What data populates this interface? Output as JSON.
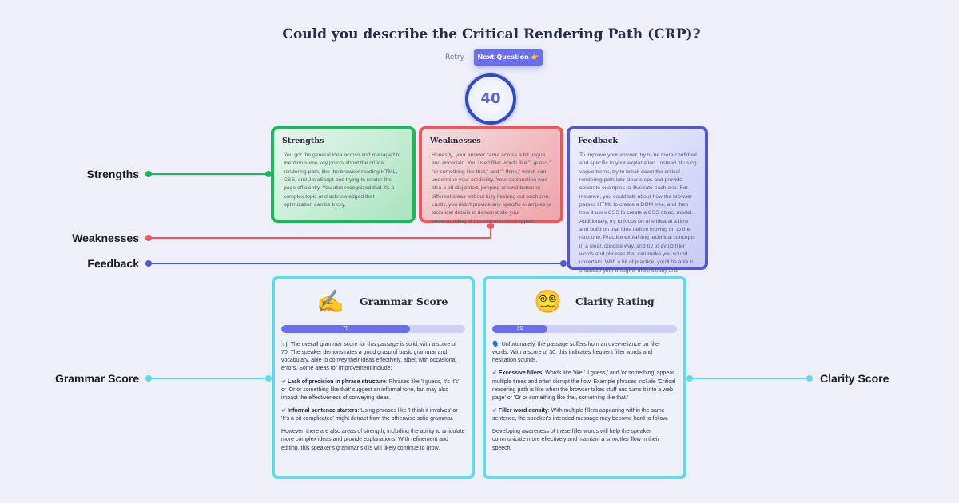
{
  "header": {
    "title": "Could you describe the Critical Rendering Path (CRP)?",
    "retry_label": "Retry",
    "next_label": "Next Question 👉",
    "score": "40"
  },
  "cards": {
    "strengths": {
      "title": "Strengths",
      "text": "You got the general idea across and managed to mention some key points about the critical rendering path, like the browser reading HTML, CSS, and JavaScript and trying to render the page efficiently. You also recognized that it's a complex topic and acknowledged that optimization can be tricky."
    },
    "weaknesses": {
      "title": "Weaknesses",
      "text": "Honestly, your answer came across a bit vague and uncertain. You used filler words like \"I guess,\" \"or something like that,\" and \"I think,\" which can undermine your credibility. Your explanation was also a bit disjointed, jumping around between different ideas without fully fleshing out each one. Lastly, you didn't provide any specific examples or technical details to demonstrate your understanding of the critical rendering path."
    },
    "feedback": {
      "title": "Feedback",
      "text": "To improve your answer, try to be more confident and specific in your explanation. Instead of using vague terms, try to break down the critical rendering path into clear steps and provide concrete examples to illustrate each one. For instance, you could talk about how the browser parses HTML to create a DOM tree, and then how it uses CSS to create a CSS object model. Additionally, try to focus on one idea at a time and build on that idea before moving on to the next one. Practice explaining technical concepts in a clear, concise way, and try to avoid filler words and phrases that can make you sound uncertain. With a bit of practice, you'll be able to articulate your thoughts more clearly and demonstrate a stronger grasp of technical concepts."
    }
  },
  "labels": {
    "strengths": "Strengths",
    "weaknesses": "Weaknesses",
    "feedback": "Feedback",
    "grammar": "Grammar Score",
    "clarity": "Clarity Score"
  },
  "grammar": {
    "emoji": "✍️",
    "title": "Grammar Score",
    "score_label": "70",
    "score_fraction": 0.7,
    "icon": "📊",
    "intro": "The overall grammar score for this passage is solid, with a score of 70. The speaker demonstrates a good grasp of basic grammar and vocabulary, able to convey their ideas effectively, albeit with occasional errors. Some areas for improvement include:",
    "point1_title": "Lack of precision in phrase structure",
    "point1_text": ": Phrases like 'I guess, it's it's' or 'Or or something like that' suggest an informal tone, but may also impact the effectiveness of conveying ideas.",
    "point2_title": "Informal sentence starters",
    "point2_text": ": Using phrases like 'I think it involves' or 'It's a bit complicated' might detract from the otherwise solid grammar.",
    "closing": "However, there are also areas of strength, including the ability to articulate more complex ideas and provide explanations. With refinement and editing, this speaker's grammar skills will likely continue to grow."
  },
  "clarity": {
    "emoji": "😵‍💫",
    "title": "Clarity Rating",
    "score_label": "30",
    "score_fraction": 0.3,
    "icon": "🗣️",
    "intro": "Unfortunately, the passage suffers from an over-reliance on filler words. With a score of 30, this indicates frequent filler words and hesitation sounds.",
    "point1_title": "Excessive fillers",
    "point1_text": ": Words like 'like,' 'I guess,' and 'or something' appear multiple times and often disrupt the flow. Example phrases include 'Critical rendering path is like when the browser takes stuff and turns it into a web page' or 'Or or something like that, something like that.'",
    "point2_title": "Filler word density",
    "point2_text": ": With multiple fillers appearing within the same sentence, the speaker's intended message may become hard to follow.",
    "closing": "Developing awareness of these filler words will help the speaker communicate more effectively and maintain a smoother flow in their speech."
  },
  "colors": {
    "accent": "#6a6ff0",
    "strengths": "#19b85a",
    "weaknesses": "#f0575c",
    "feedback": "#5557cc",
    "score_cards": "#5fdce8"
  }
}
